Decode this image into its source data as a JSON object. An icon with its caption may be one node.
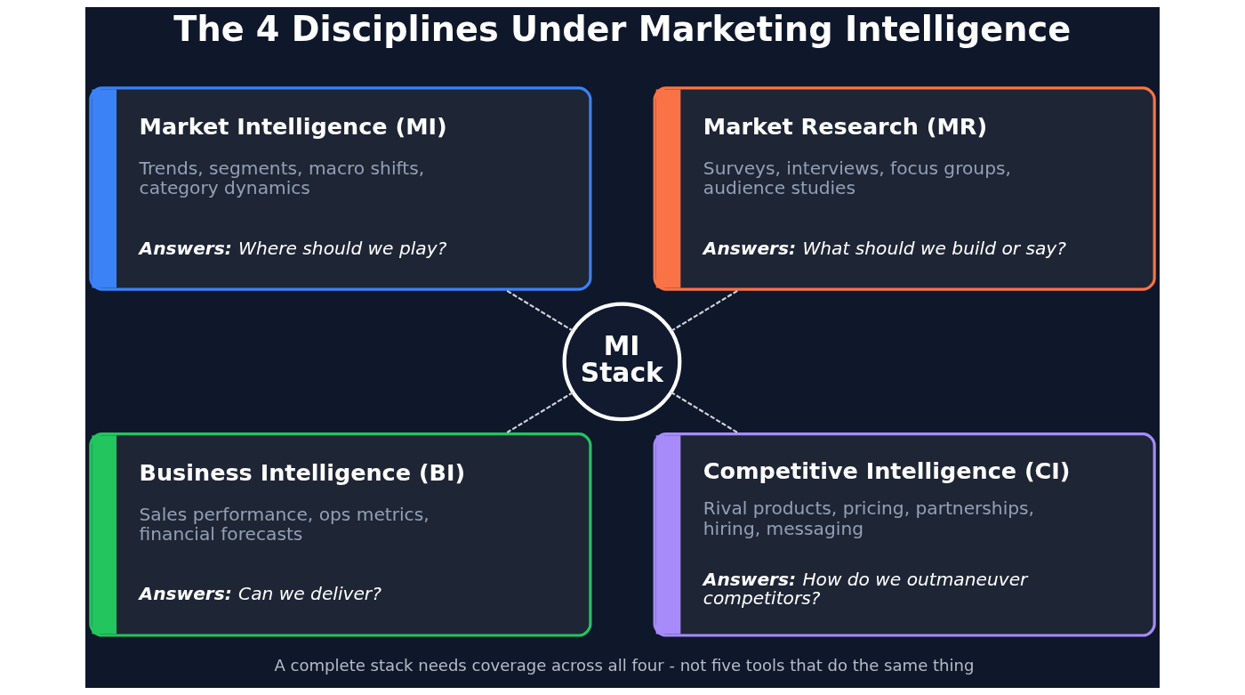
{
  "diagram": {
    "title": "The 4 Disciplines Under Marketing Intelligence",
    "caption": "A complete stack needs coverage across all four - not five tools that do the same thing",
    "nodes": [
      {
        "text": [
          "Market Intelligence (MI)",
          "Trends, segments, macro shifts, category dynamics",
          "**Answers:** Where should we play?"
        ]
      },
      {
        "text": [
          "Market Research (MR)",
          "Surveys, interviews, focus groups, audience studies",
          "**Answers:** What should we build or say?"
        ]
      },
      {
        "text": [
          "MI Stack"
        ]
      },
      {
        "text": [
          "Business Intelligence (BI)",
          "Sales performance, ops metrics, financial forecasts",
          "**Answers:** Can we deliver?"
        ]
      },
      {
        "text": [
          "Competitive Intelligence (CI)",
          "Rival products, pricing, partnerships, hiring, messaging",
          "**Answers:** How do we outmaneuver competitors?"
        ]
      }
    ],
    "edges": [
      {
        "from": 0,
        "to": 2,
        "arrow": "none",
        "style": "dashed"
      },
      {
        "from": 1,
        "to": 2,
        "arrow": "none",
        "style": "dashed"
      },
      {
        "from": 2,
        "to": 3,
        "arrow": "none",
        "style": "dashed"
      },
      {
        "from": 2,
        "to": 4,
        "arrow": "none",
        "style": "dashed"
      }
    ]
  }
}
